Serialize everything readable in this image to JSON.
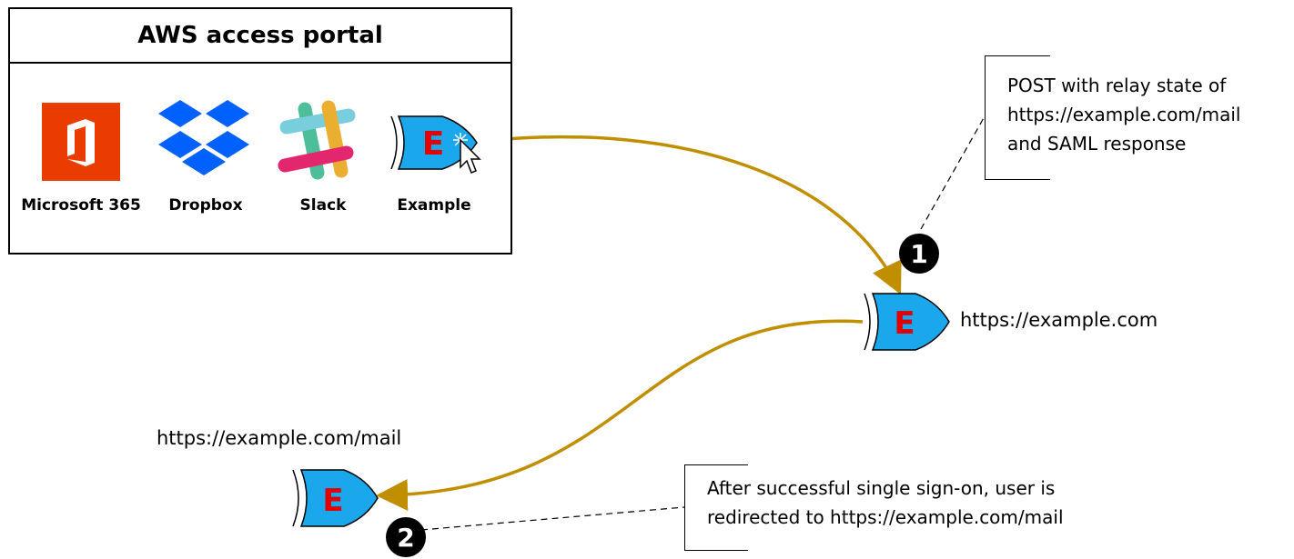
{
  "portal": {
    "title": "AWS access portal",
    "apps": [
      {
        "label": "Microsoft 365",
        "icon": "microsoft-365-icon"
      },
      {
        "label": "Dropbox",
        "icon": "dropbox-icon"
      },
      {
        "label": "Slack",
        "icon": "slack-icon"
      },
      {
        "label": "Example",
        "icon": "example-app-icon"
      }
    ]
  },
  "app_letter": "E",
  "step1": {
    "number": "1",
    "note_lines": [
      "POST with relay state of",
      "https://example.com/mail",
      "and SAML response"
    ]
  },
  "example_site": {
    "url": "https://example.com"
  },
  "mail_site": {
    "url": "https://example.com/mail"
  },
  "step2": {
    "number": "2",
    "note_lines": [
      "After successful single sign-on, user is",
      "redirected to https://example.com/mail"
    ]
  },
  "colors": {
    "arrow": "#bf8f00",
    "gate_fill": "#1aa7ec",
    "letter": "#e00000",
    "office": "#eb3c00",
    "dropbox": "#0061fe"
  }
}
